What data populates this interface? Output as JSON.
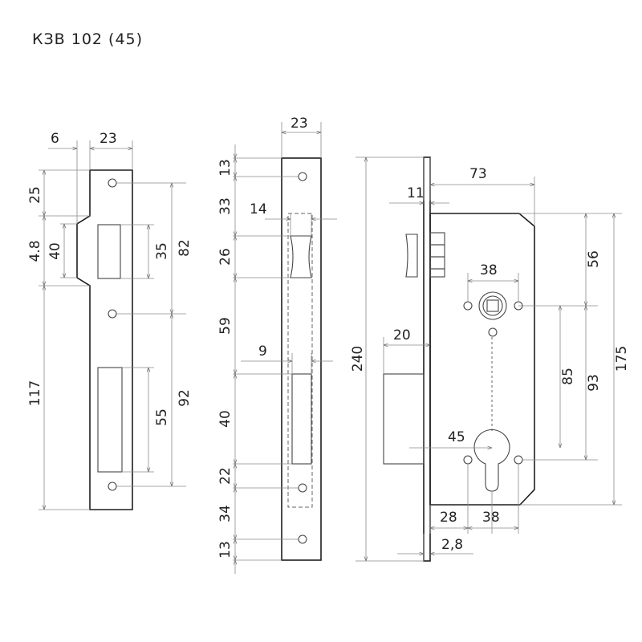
{
  "title": "КЗВ 102 (45)",
  "dimensions": {
    "striker_plate": {
      "offset": "6",
      "width": "23",
      "top": "25",
      "latch_depth": "4.8",
      "latch_height": "40",
      "bottom": "117",
      "upper_slot": "35",
      "upper_span": "82",
      "lower_slot": "55",
      "lower_span": "92"
    },
    "face_plate": {
      "width": "23",
      "top_hole": "13",
      "to_latch": "33",
      "latch_width": "14",
      "latch_height": "26",
      "to_bolt": "59",
      "bolt_width": "9",
      "bolt_height": "40",
      "to_lower_hole": "22",
      "to_bottom_hole": "34",
      "bottom_hole": "13"
    },
    "lock_body": {
      "faceplate_length": "240",
      "faceplate_thickness": "11",
      "body_depth": "73",
      "spindle_spacing": "38",
      "bolt_throw": "20",
      "to_spindle": "56",
      "spindle_to_cylinder": "85",
      "screw_span": "93",
      "body_height": "175",
      "backset": "45",
      "cylinder_offset": "28",
      "screw_spacing": "38",
      "plate_thickness": "2,8"
    }
  }
}
